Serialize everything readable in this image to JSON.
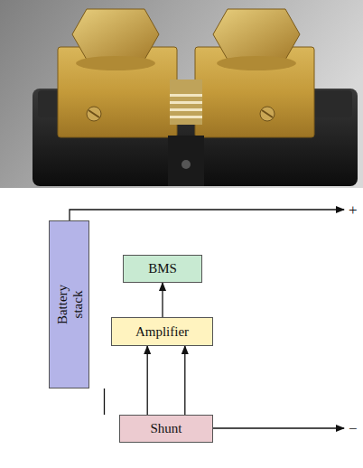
{
  "diagram": {
    "nodes": [
      {
        "text": [
          "Battery stack"
        ]
      },
      {
        "text": [
          "BMS"
        ]
      },
      {
        "text": [
          "Amplifier"
        ]
      },
      {
        "text": [
          "Shunt"
        ]
      }
    ],
    "edges": [
      {
        "from": 3,
        "to": 2,
        "arrow": "to"
      },
      {
        "from": 3,
        "to": 2,
        "arrow": "to"
      },
      {
        "from": 2,
        "to": 1,
        "arrow": "to"
      },
      {
        "from": 0,
        "to": 3,
        "arrow": "none"
      }
    ],
    "labels": [
      "+",
      "−"
    ]
  }
}
